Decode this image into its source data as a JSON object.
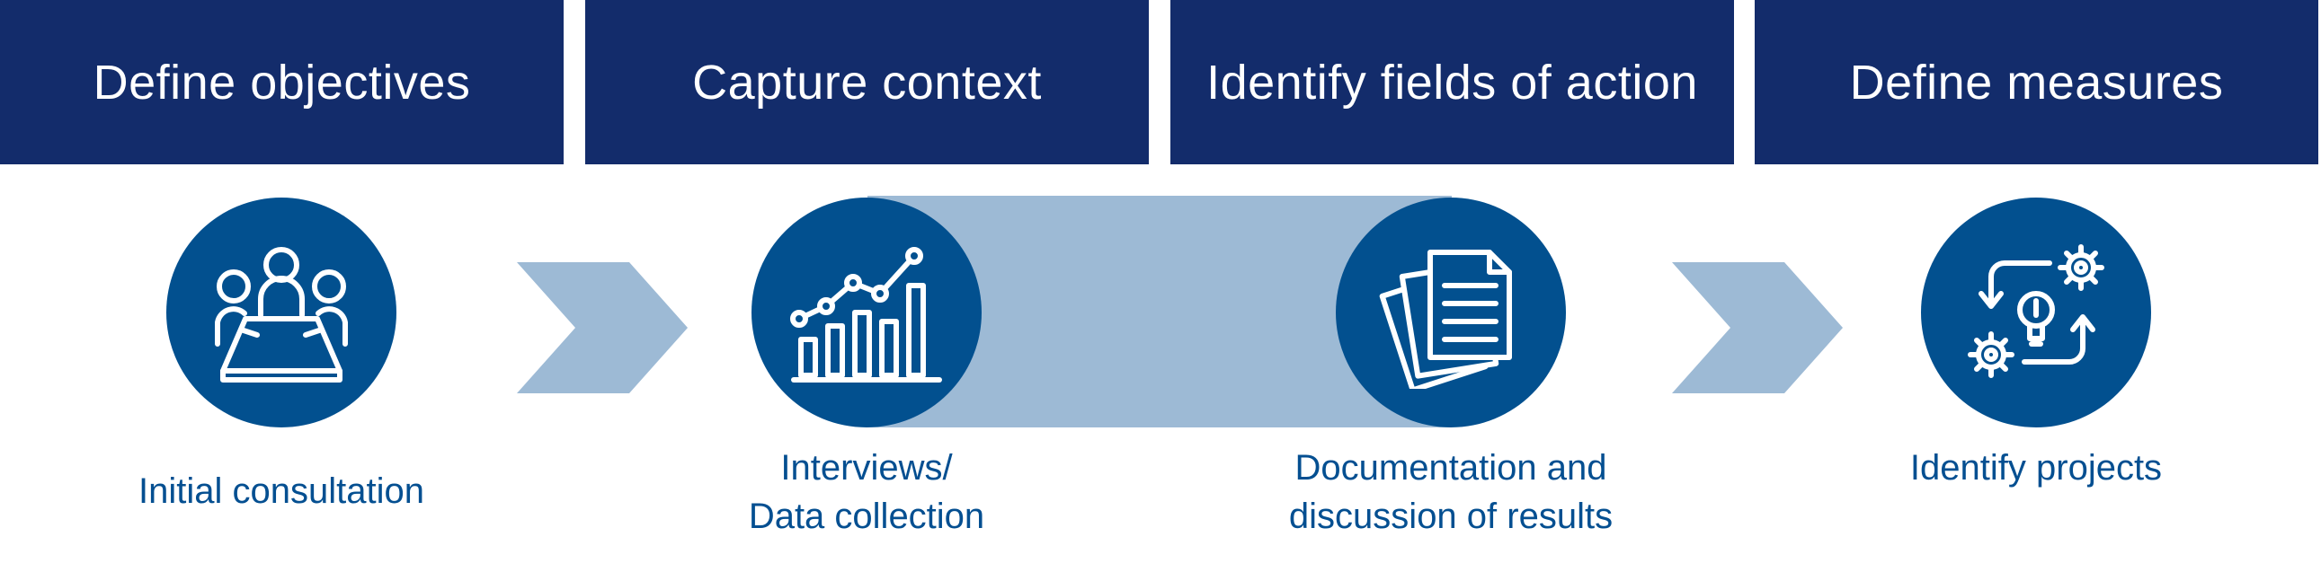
{
  "steps": [
    {
      "header": "Define objectives",
      "label_lines": [
        "Initial consultation"
      ],
      "icon": "meeting-table-icon"
    },
    {
      "header": "Capture context",
      "label_lines": [
        "Interviews/",
        "Data collection"
      ],
      "icon": "bar-line-chart-icon"
    },
    {
      "header": "Identify fields of action",
      "label_lines": [
        "Documentation and",
        "discussion of results"
      ],
      "icon": "documents-icon"
    },
    {
      "header": "Define measures",
      "label_lines": [
        "Identify projects"
      ],
      "icon": "process-gears-icon"
    }
  ],
  "colors": {
    "header_bg": "#132c6b",
    "circle": "#02508f",
    "connector": "#9dbad5",
    "label_text": "#044f91"
  }
}
